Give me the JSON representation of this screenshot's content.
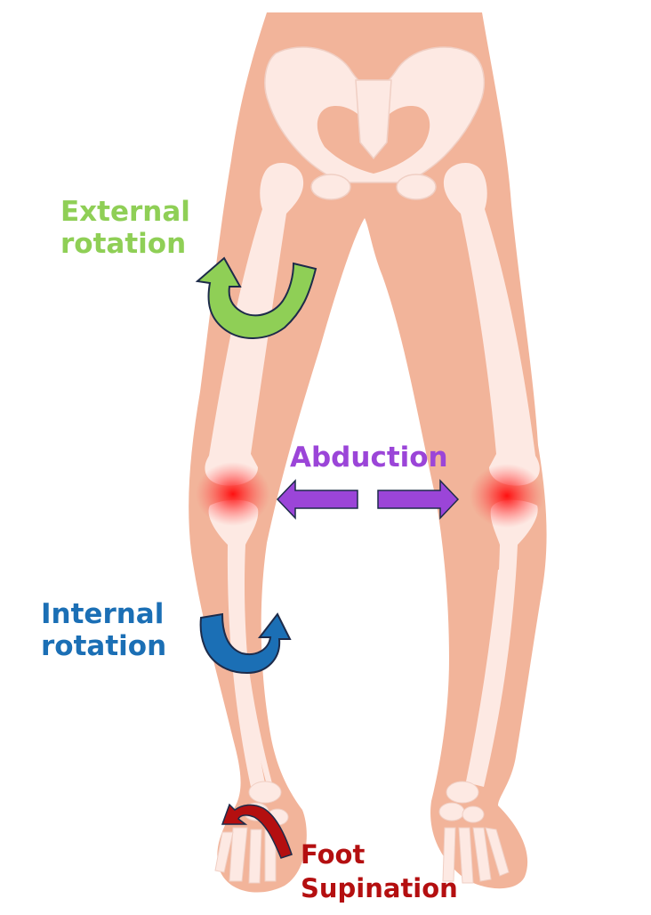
{
  "labels": {
    "external_rotation": {
      "line1": "External",
      "line2": "rotation",
      "color": "#8fcf56"
    },
    "internal_rotation": {
      "line1": "Internal",
      "line2": "rotation",
      "color": "#1b6fb5"
    },
    "abduction": {
      "text": "Abduction",
      "color": "#9b45d8"
    },
    "foot_supination": {
      "line1": "Foot",
      "line2": "Supination",
      "color": "#b40f10"
    }
  },
  "colors": {
    "skin": "#f2b49a",
    "bone": "#fde9e3",
    "knee_glow": "#ff2020",
    "arrow_outline": "#1d2b4a"
  },
  "icons": [
    "external-rotation-arrow-icon",
    "internal-rotation-arrow-icon",
    "abduction-left-arrow-icon",
    "abduction-right-arrow-icon",
    "foot-supination-arrow-icon"
  ]
}
